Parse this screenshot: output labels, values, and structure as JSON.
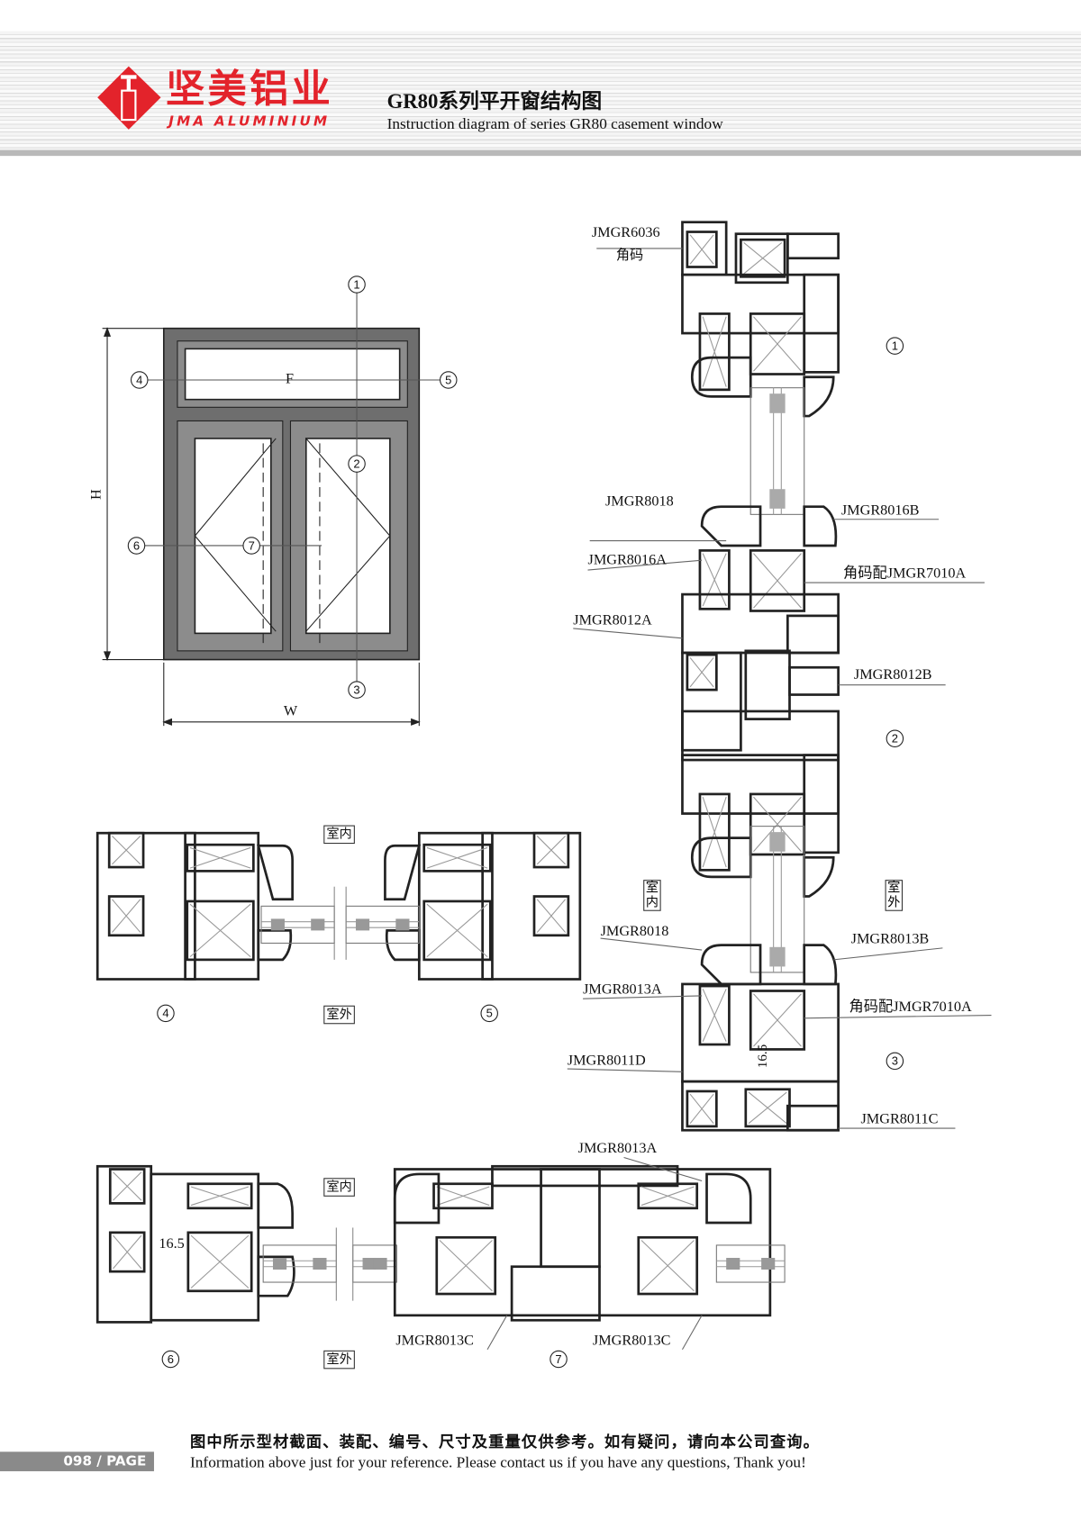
{
  "brand": {
    "name_cn": "坚美铝业",
    "name_en": "JMA ALUMINIUM",
    "color": "#e3232b"
  },
  "header": {
    "title": "GR80系列平开窗结构图",
    "subtitle": "Instruction diagram of series GR80 casement window"
  },
  "elevation": {
    "fixed_label": "F",
    "height_label": "H",
    "width_label": "W",
    "markers": [
      "1",
      "2",
      "3",
      "4",
      "5",
      "6",
      "7"
    ]
  },
  "sections": {
    "indoor": "室内",
    "outdoor": "室外",
    "s45": {
      "left": "4",
      "right": "5"
    },
    "s67": {
      "left": "6",
      "right": "7",
      "dim": "16.5",
      "top_part": "JMGR8013A",
      "bottom_left": "JMGR8013C",
      "bottom_right": "JMGR8013C"
    }
  },
  "vertical_section": {
    "indoor": "室内",
    "outdoor": "室外",
    "markers": [
      "1",
      "2",
      "3"
    ],
    "dim": "16.5",
    "parts": {
      "p6036": "JMGR6036",
      "corner": "角码",
      "p8018a": "JMGR8018",
      "p8016b": "JMGR8016B",
      "p8016a": "JMGR8016A",
      "corner1": "角码配JMGR7010A",
      "p8012a": "JMGR8012A",
      "p8012b": "JMGR8012B",
      "p8018b": "JMGR8018",
      "p8013b": "JMGR8013B",
      "p8013a": "JMGR8013A",
      "corner2": "角码配JMGR7010A",
      "p8011d": "JMGR8011D",
      "p8011c": "JMGR8011C"
    }
  },
  "footer": {
    "note_cn": "图中所示型材截面、装配、编号、尺寸及重量仅供参考。如有疑问，请向本公司查询。",
    "note_en": "Information above just for your reference. Please contact us if you have any questions, Thank you!",
    "page": "098 / PAGE"
  }
}
